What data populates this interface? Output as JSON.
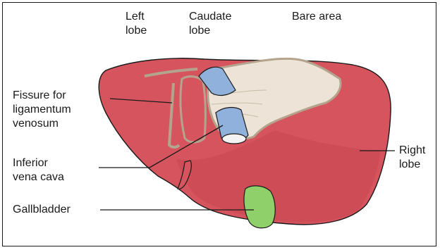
{
  "labels": {
    "left_lobe": [
      "Left",
      "lobe"
    ],
    "caudate_lobe": [
      "Caudate",
      "lobe"
    ],
    "bare_area": [
      "Bare area"
    ],
    "fissure": [
      "Fissure for",
      "ligamentum",
      "venosum"
    ],
    "ivc": [
      "Inferior",
      "vena cava"
    ],
    "gallbladder": [
      "Gallbladder"
    ],
    "right_lobe": [
      "Right",
      "lobe"
    ]
  },
  "colors": {
    "liver": "#d6545e",
    "liver_dark": "#b23c47",
    "bare_area": "#ede3d6",
    "vena_cava": "#8fb1dc",
    "gallbladder": "#8fd06a",
    "outline": "#1a1a1a"
  }
}
